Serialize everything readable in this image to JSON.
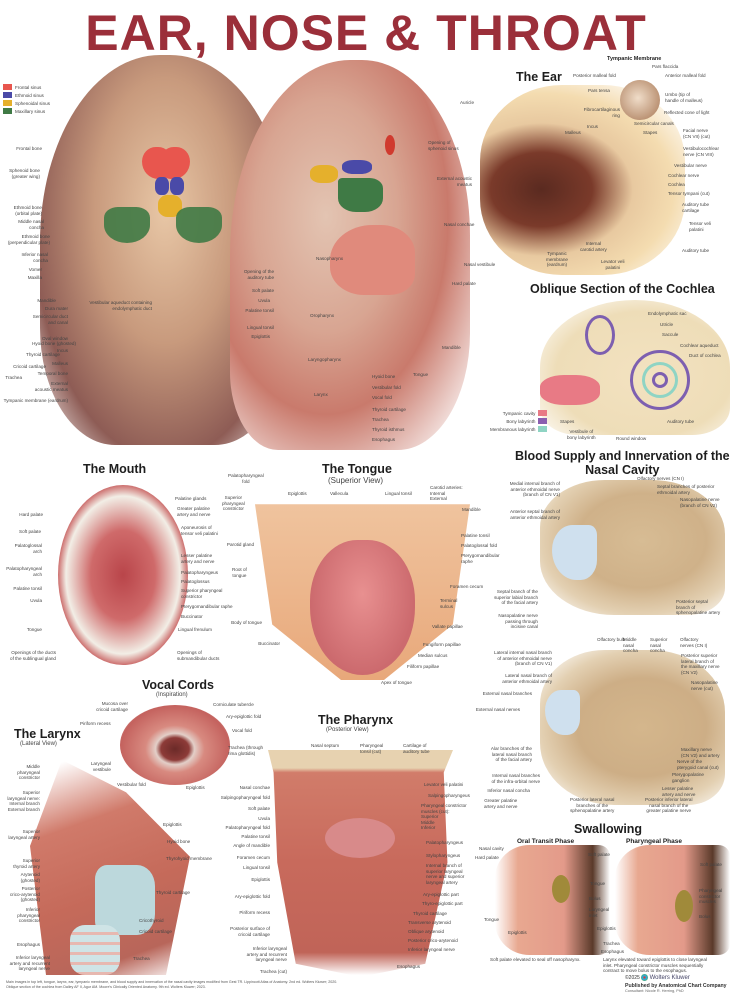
{
  "title": "EAR, NOSE & THROAT",
  "colors": {
    "title": "#9b2f3a",
    "frontal_sinus": "#e8564e",
    "ethmoid_sinus": "#4a4aa8",
    "sphenoidal_sinus": "#e5b02c",
    "maxillary_sinus": "#3f7a45",
    "tympanic_cavity": "#e87a85",
    "bony_labyrinth": "#8a5fb0",
    "membranous_labyrinth": "#8fd4c4"
  },
  "head": {
    "legend": [
      {
        "label": "Frontal sinus",
        "color": "#e8564e"
      },
      {
        "label": "Ethmoid sinus",
        "color": "#4a4aa8"
      },
      {
        "label": "Sphenoidal sinus",
        "color": "#e5b02c"
      },
      {
        "label": "Maxillary sinus",
        "color": "#3f7a45"
      }
    ],
    "front_labels": [
      "Frontal bone",
      "Sphenoid bone\n(greater wing)",
      "Ethmoid bone\n(orbital plate)",
      "Middle nasal\nconcha",
      "Ethmoid bone\n(perpendicular plate)",
      "Inferior nasal\nconcha",
      "Vomer",
      "Maxilla",
      "Mandible",
      "Hyoid bone (ghosted)",
      "Thyroid cartilage",
      "Cricoid cartilage",
      "Trachea"
    ],
    "sagittal_labels_left": [
      "Opening of the\nauditory tube",
      "Soft palate",
      "Uvula",
      "Palatine tonsil",
      "Lingual tonsil",
      "Epiglottis"
    ],
    "sagittal_labels_inner": [
      "Nasopharynx",
      "Oropharynx",
      "Laryngopharynx",
      "Larynx"
    ],
    "sagittal_labels_right": [
      "Opening of\nsphenoid sinus",
      "External acoustic\nmeatus",
      "Nasal conchae",
      "Nasal vestibule",
      "Hard palate",
      "Mandible",
      "Hyoid bone",
      "Tongue",
      "Vestibular fold",
      "Vocal fold",
      "Thyroid cartilage",
      "Trachea",
      "Thyroid isthmus",
      "Esophagus"
    ]
  },
  "ear": {
    "title": "The Ear",
    "tympanic_title": "Tympanic Membrane",
    "tympanic_labels": [
      "Pars flaccida",
      "Posterior malleal fold",
      "Anterior malleal fold",
      "Pars tensa",
      "Umbo (tip of\nhandle of malleus)",
      "Fibrocartilaginous\nring",
      "Reflected cone of light"
    ],
    "labels_left": [
      "Auricle",
      "Malleus",
      "Incus"
    ],
    "labels_right": [
      "Semicircular canals",
      "Stapes",
      "Facial nerve\n(CN VII) (cut)",
      "Vestibulocochlear\nnerve (CN VIII)",
      "Vestibular nerve",
      "Cochlear nerve",
      "Cochlea",
      "Tensor tympani (cut)",
      "Auditory tube\ncartilage",
      "Tensor veli\npalatini",
      "Auditory tube"
    ],
    "labels_bottom": [
      "Tympanic\nmembrane\n(eardrum)",
      "Internal\ncarotid artery",
      "Levator veli\npalatini"
    ]
  },
  "cochlea": {
    "title": "Oblique Section of the Cochlea",
    "labels_left": [
      "Dura mater",
      "Semicircular duct\nand canal",
      "Oval window",
      "Incus",
      "Malleus",
      "Temporal bone",
      "External\nacoustic meatus",
      "Tympanic membrane (eardrum)"
    ],
    "labels_top": [
      "Vestibular aqueduct containing\nendolymphatic duct"
    ],
    "labels_right": [
      "Endolymphatic sac",
      "Utricle",
      "Saccule",
      "Cochlear aqueduct",
      "Duct of cochlea",
      "Auditory tube"
    ],
    "labels_bottom": [
      "Stapes",
      "Vestibule of\nbony labyrinth",
      "Round window"
    ],
    "legend": [
      {
        "label": "Tympanic cavity",
        "color": "#e87a85"
      },
      {
        "label": "Bony labyrinth",
        "color": "#8a5fb0"
      },
      {
        "label": "Membranous labyrinth",
        "color": "#8fd4c4"
      }
    ]
  },
  "mouth": {
    "title": "The Mouth",
    "labels_left": [
      "Hard palate",
      "Soft palate",
      "Palatoglossal\narch",
      "Palatopharyngeal\narch",
      "Palatine tonsil",
      "Uvula",
      "Tongue",
      "Openings of the ducts\nof the sublingual gland"
    ],
    "labels_right": [
      "Palatine glands",
      "Greater palatine\nartery and nerve",
      "Aponeurosis of\ntensor veli palatini",
      "Lesser palatine\nartery and nerve",
      "Palatopharyngeus",
      "Palatoglossus",
      "Superior pharyngeal\nconstrictor",
      "Pterygomandibular raphe",
      "Buccinator",
      "Lingual frenulum",
      "Openings of\nsubmandibular ducts"
    ]
  },
  "tongue": {
    "title": "The Tongue",
    "subtitle": "(Superior View)",
    "labels_left": [
      "Palatopharyngeal\nfold",
      "Superior\npharyngeal\nconstrictor",
      "Parotid gland",
      "Root of\ntongue",
      "Body of tongue",
      "Buccinator"
    ],
    "labels_top": [
      "Epiglottis",
      "Vallecula",
      "Lingual tonsil",
      "Carotid arteries:\nInternal\nExternal"
    ],
    "labels_right": [
      "Mandible",
      "Palatine tonsil",
      "Palatoglossal fold",
      "Pterygomandibular\nraphe",
      "Foramen cecum",
      "Terminal\nsulcus",
      "Vallate papillae",
      "Fungiform papillae",
      "Median sulcus",
      "Filiform papillae",
      "Apex of tongue"
    ]
  },
  "nasal_blood": {
    "title": "Blood Supply and Innervation of the\nNasal Cavity",
    "upper_labels": [
      "Medial internal branch of\nanterior ethmoidal nerve\n(branch of CN V1)",
      "Anterior septal branch of\nanterior ethmoidal artery",
      "Olfactory nerves (CN I)",
      "Septal branches of posterior\nethmoidal artery",
      "Nasopalatine nerve\n(branch of CN V2)",
      "Septal branch of the\nsuperior labial branch\nof the facial artery",
      "Nasopalatine nerve\npassing through\nincisive canal",
      "Posterior septal\nbranch of\nsphenopalatine artery"
    ],
    "lower_labels": [
      "Olfactory bulb",
      "Middle\nnasal\nconcha",
      "Superior\nnasal\nconcha",
      "Olfactory\nnerves (CN I)",
      "Lateral internal nasal branch\nof anterior ethmoidal nerve\n(branch of CN V1)",
      "Lateral nasal branch of\nanterior ethmoidal artery",
      "External nasal branches",
      "External nasal nerves",
      "Posterior superior\nlateral branch of\nthe maxillary nerve\n(CN V2)",
      "Nasopalatine\nnerve (cut)",
      "Alar branches of the\nlateral nasal branch\nof the facial artery",
      "Internal nasal branches\nof the infra-orbital nerve",
      "Inferior nasal concha",
      "Greater palatine\nartery and nerve",
      "Posterior lateral nasal\nbranches of the\nsphenopalatine artery",
      "Posterior inferior lateral\nnasal branch of the\ngreater palatine nerve",
      "Maxillary nerve\n(CN V2) and artery",
      "Nerve of the\npterygoid canal (cut)",
      "Pterygopalatine\nganglion",
      "Lesser palatine\nartery and nerve"
    ]
  },
  "vocal": {
    "title": "Vocal Cords",
    "subtitle": "(Inspiration)",
    "labels_left": [
      "Mucosa over\ncricoid cartilage",
      "Piriform recess",
      "Laryngeal\nvestibule",
      "Vestibular fold"
    ],
    "labels_right": [
      "Corniculate tubercle",
      "Ary-epiglottic fold",
      "Vocal fold",
      "Trachea (through\nrima glottidis)",
      "Epiglottis"
    ]
  },
  "larynx": {
    "title": "The Larynx",
    "subtitle": "(Lateral View)",
    "labels_left": [
      "Middle\npharyngeal\nconstrictor",
      "Superior\nlaryngeal nerve:\nInternal branch\nExternal branch",
      "Superior\nlaryngeal artery",
      "Superior\nthyroid artery",
      "Arytenoid\n(ghosted)",
      "Posterior\ncrico-arytenoid\n(ghosted)",
      "Inferior\npharyngeal\nconstrictor",
      "Esophagus",
      "Inferior laryngeal\nartery and recurrent\nlaryngeal nerve"
    ],
    "labels_right": [
      "Epiglottis",
      "Hyoid bone",
      "Thyrohyoid membrane",
      "Thyroid cartilage",
      "Cricothyroid",
      "Cricoid cartilage",
      "Trachea"
    ]
  },
  "pharynx": {
    "title": "The Pharynx",
    "subtitle": "(Posterior View)",
    "labels_top": [
      "Nasal septum",
      "Pharyngeal\ntonsil (cut)",
      "Cartilage of\nauditory tube"
    ],
    "labels_left": [
      "Nasal conchae",
      "Salpingopharyngeal fold",
      "Soft palate",
      "Uvula",
      "Palatopharyngeal fold",
      "Palatine tonsil",
      "Angle of mandible",
      "Foramen cecum",
      "Lingual tonsil",
      "Epiglottis",
      "Ary-epiglottic fold",
      "Piriform recess",
      "Posterior surface of\ncricoid cartilage",
      "Inferior laryngeal\nartery and recurrent\nlaryngeal nerve",
      "Trachea (cut)"
    ],
    "labels_right": [
      "Levator veli palatini",
      "Salpingopharyngeus",
      "Pharyngeal constrictor\nmuscles (cut):\nSuperior\nMiddle\nInferior",
      "Palatopharyngeus",
      "Stylopharyngeus",
      "Internal branch of\nsuperior laryngeal\nnerve and superior\nlaryngeal artery",
      "Ary-epiglottic part",
      "Thyro-epiglottic part",
      "Thyroid cartilage",
      "Transverse arytenoid",
      "Oblique arytenoid",
      "Posterior crico-arytenoid",
      "Inferior laryngeal nerve",
      "Esophagus"
    ]
  },
  "swallowing": {
    "title": "Swallowing",
    "phases": [
      {
        "name": "Oral Transit Phase",
        "labels": [
          "Nasal cavity",
          "Hard palate",
          "Soft palate",
          "Tongue",
          "Epiglottis"
        ],
        "caption": "Soft palate elevated to seal off nasopharynx."
      },
      {
        "name": "Pharyngeal Phase",
        "labels": [
          "Soft palate",
          "Pharyngeal\nconstrictor\nmuscles",
          "Bolus"
        ],
        "caption": "Larynx elevated toward epiglottis to close laryngeal\ninlet. Pharyngeal constrictor muscles sequentially\ncontract to move bolus to the esophagus."
      }
    ],
    "shared_labels": [
      "Tongue",
      "Bolus",
      "Laryngeal\ninlet",
      "Epiglottis",
      "Trachea",
      "Esophagus"
    ]
  },
  "footer": {
    "note": "Main images in top left, tongue, larynx, ear, tympanic membrane, and blood supply and innervation of the nasal cavity images modified from Gest TR. Lippincott Atlas of Anatomy. 2nd ed. Wolters Kluwer; 2020.\nOblique section of the cochlea from Dalley AF II, Agur AM. Moore's Clinically Oriented Anatomy. 9th ed. Wolters Kluwer; 2023.",
    "copyright": "©2025",
    "brand": "Wolters Kluwer",
    "publisher": "Published by Anatomical Chart Company",
    "consultant": "Consultant: Nicole R. Herring, PhD"
  }
}
